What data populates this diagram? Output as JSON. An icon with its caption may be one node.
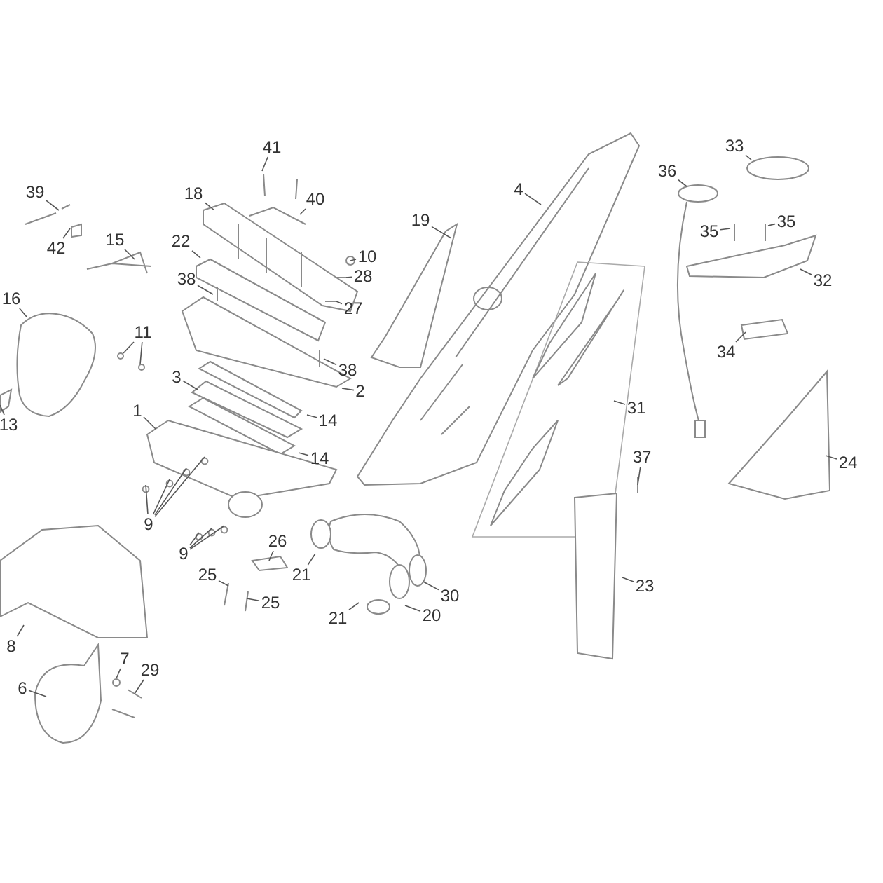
{
  "diagram": {
    "nodes": [
      {
        "text": [
          "41"
        ]
      },
      {
        "text": [
          "33"
        ]
      },
      {
        "text": [
          "36"
        ]
      },
      {
        "text": [
          "4"
        ]
      },
      {
        "text": [
          "39"
        ]
      },
      {
        "text": [
          "18"
        ]
      },
      {
        "text": [
          "40"
        ]
      },
      {
        "text": [
          "19"
        ]
      },
      {
        "text": [
          "35"
        ]
      },
      {
        "text": [
          "35"
        ]
      },
      {
        "text": [
          "15"
        ]
      },
      {
        "text": [
          "22"
        ]
      },
      {
        "text": [
          "42"
        ]
      },
      {
        "text": [
          "10"
        ]
      },
      {
        "text": [
          "28"
        ]
      },
      {
        "text": [
          "38"
        ]
      },
      {
        "text": [
          "32"
        ]
      },
      {
        "text": [
          "16"
        ]
      },
      {
        "text": [
          "27"
        ]
      },
      {
        "text": [
          "11"
        ]
      },
      {
        "text": [
          "34"
        ]
      },
      {
        "text": [
          "38"
        ]
      },
      {
        "text": [
          "3"
        ]
      },
      {
        "text": [
          "2"
        ]
      },
      {
        "text": [
          "31"
        ]
      },
      {
        "text": [
          "1"
        ]
      },
      {
        "text": [
          "14"
        ]
      },
      {
        "text": [
          "13"
        ]
      },
      {
        "text": [
          "37"
        ]
      },
      {
        "text": [
          "14"
        ]
      },
      {
        "text": [
          "24"
        ]
      },
      {
        "text": [
          "9"
        ]
      },
      {
        "text": [
          "26"
        ]
      },
      {
        "text": [
          "9"
        ]
      },
      {
        "text": [
          "21"
        ]
      },
      {
        "text": [
          "25"
        ]
      },
      {
        "text": [
          "23"
        ]
      },
      {
        "text": [
          "30"
        ]
      },
      {
        "text": [
          "25"
        ]
      },
      {
        "text": [
          "20"
        ]
      },
      {
        "text": [
          "21"
        ]
      },
      {
        "text": [
          "8"
        ]
      },
      {
        "text": [
          "7"
        ]
      },
      {
        "text": [
          "29"
        ]
      },
      {
        "text": [
          "6"
        ]
      }
    ],
    "edges": [
      {
        "from": 0,
        "to": null,
        "arrow": "none"
      },
      {
        "from": 1,
        "to": null,
        "arrow": "none"
      },
      {
        "from": 2,
        "to": null,
        "arrow": "none"
      },
      {
        "from": 3,
        "to": null,
        "arrow": "none"
      },
      {
        "from": 4,
        "to": null,
        "arrow": "none"
      },
      {
        "from": 5,
        "to": null,
        "arrow": "none"
      },
      {
        "from": 6,
        "to": null,
        "arrow": "none"
      },
      {
        "from": 7,
        "to": null,
        "arrow": "none"
      },
      {
        "from": 8,
        "to": null,
        "arrow": "none"
      },
      {
        "from": 9,
        "to": null,
        "arrow": "none"
      },
      {
        "from": 10,
        "to": null,
        "arrow": "none"
      },
      {
        "from": 11,
        "to": null,
        "arrow": "none"
      },
      {
        "from": 12,
        "to": null,
        "arrow": "none"
      },
      {
        "from": 13,
        "to": null,
        "arrow": "none"
      },
      {
        "from": 14,
        "to": null,
        "arrow": "none"
      },
      {
        "from": 15,
        "to": null,
        "arrow": "none"
      },
      {
        "from": 16,
        "to": null,
        "arrow": "none"
      },
      {
        "from": 17,
        "to": null,
        "arrow": "none"
      },
      {
        "from": 18,
        "to": null,
        "arrow": "none"
      },
      {
        "from": 19,
        "to": null,
        "arrow": "none"
      },
      {
        "from": 19,
        "to": null,
        "arrow": "none"
      },
      {
        "from": 20,
        "to": null,
        "arrow": "none"
      },
      {
        "from": 21,
        "to": null,
        "arrow": "none"
      },
      {
        "from": 22,
        "to": null,
        "arrow": "none"
      },
      {
        "from": 23,
        "to": null,
        "arrow": "none"
      },
      {
        "from": 24,
        "to": null,
        "arrow": "none"
      },
      {
        "from": 25,
        "to": null,
        "arrow": "none"
      },
      {
        "from": 26,
        "to": null,
        "arrow": "none"
      },
      {
        "from": 27,
        "to": null,
        "arrow": "none"
      },
      {
        "from": 28,
        "to": null,
        "arrow": "none"
      },
      {
        "from": 29,
        "to": null,
        "arrow": "none"
      },
      {
        "from": 30,
        "to": null,
        "arrow": "none"
      },
      {
        "from": 31,
        "to": null,
        "arrow": "none"
      },
      {
        "from": 31,
        "to": null,
        "arrow": "none"
      },
      {
        "from": 31,
        "to": null,
        "arrow": "none"
      },
      {
        "from": 31,
        "to": null,
        "arrow": "none"
      },
      {
        "from": 32,
        "to": null,
        "arrow": "none"
      },
      {
        "from": 33,
        "to": null,
        "arrow": "none"
      },
      {
        "from": 33,
        "to": null,
        "arrow": "none"
      },
      {
        "from": 33,
        "to": null,
        "arrow": "none"
      },
      {
        "from": 34,
        "to": null,
        "arrow": "none"
      },
      {
        "from": 35,
        "to": null,
        "arrow": "none"
      },
      {
        "from": 36,
        "to": null,
        "arrow": "none"
      },
      {
        "from": 37,
        "to": null,
        "arrow": "none"
      },
      {
        "from": 38,
        "to": null,
        "arrow": "none"
      },
      {
        "from": 39,
        "to": null,
        "arrow": "none"
      },
      {
        "from": 40,
        "to": null,
        "arrow": "none"
      },
      {
        "from": 41,
        "to": null,
        "arrow": "none"
      },
      {
        "from": 42,
        "to": null,
        "arrow": "none"
      },
      {
        "from": 43,
        "to": null,
        "arrow": "none"
      },
      {
        "from": 44,
        "to": null,
        "arrow": "none"
      }
    ]
  }
}
